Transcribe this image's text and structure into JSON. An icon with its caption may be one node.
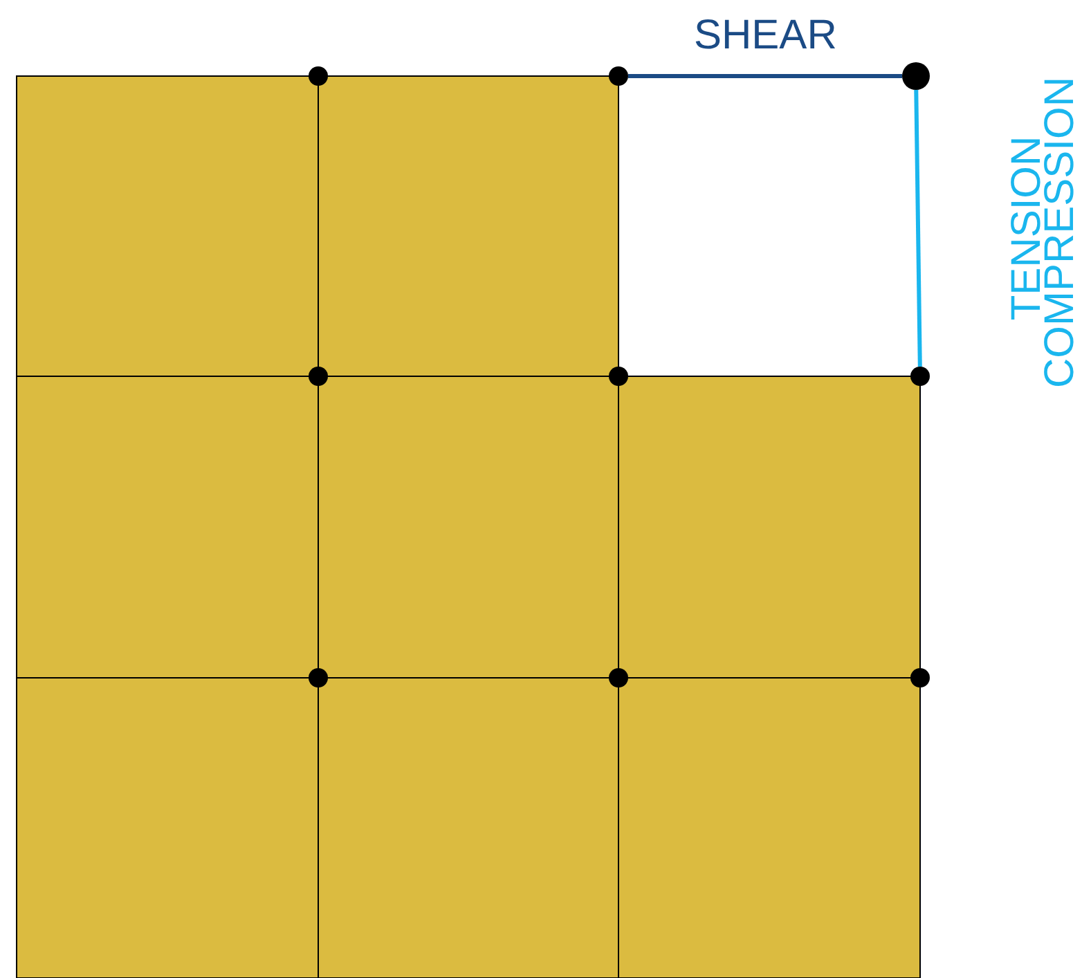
{
  "diagram": {
    "nodes": [
      {
        "text": [],
        "shape": "circle"
      },
      {
        "text": [],
        "shape": "circle"
      },
      {
        "text": [],
        "shape": "circle"
      }
    ],
    "edges": [
      {
        "from": 0,
        "to": 1,
        "arrow": "none",
        "label": "SHEAR",
        "color": "#1b4b85"
      },
      {
        "from": 1,
        "to": 2,
        "arrow": "none",
        "color": "#1ab6ee"
      }
    ],
    "labels": [
      "TENSION",
      "COMPRESSION"
    ]
  }
}
